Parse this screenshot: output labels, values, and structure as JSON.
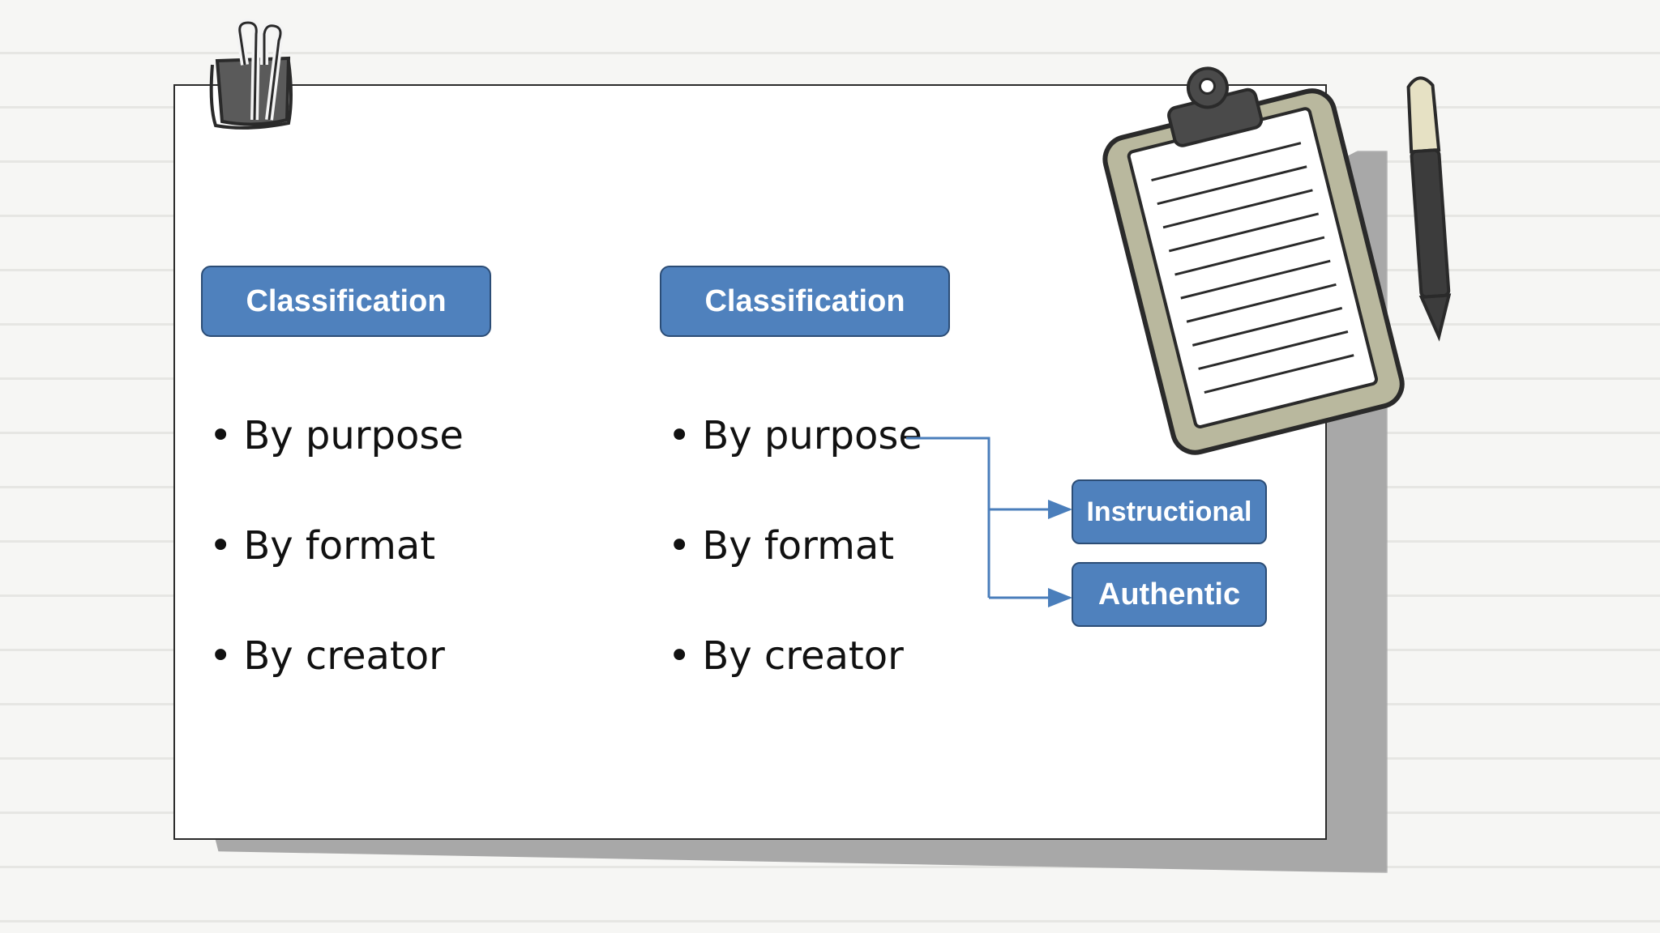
{
  "columns": [
    {
      "header": "Classification",
      "items": [
        "By purpose",
        "By format",
        "By creator"
      ]
    },
    {
      "header": "Classification",
      "items": [
        "By purpose",
        "By format",
        "By creator"
      ],
      "purpose_branches": [
        "Instructional",
        "Authentic"
      ]
    }
  ],
  "bullet_glyph": "•",
  "colors": {
    "box_fill": "#4f81bd",
    "box_border": "#2c4d76",
    "connector": "#4a7ebb"
  }
}
